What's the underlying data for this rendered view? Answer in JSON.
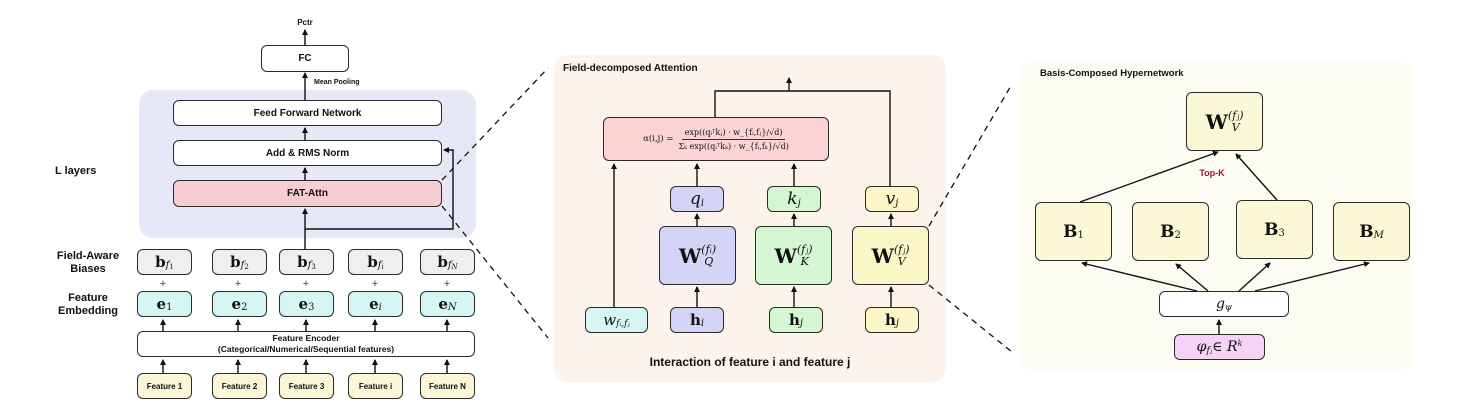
{
  "left": {
    "output_label": "Pctr",
    "fc_label": "FC",
    "pooling_label": "Mean Pooling",
    "layers_label": "L layers",
    "ffn_label": "Feed Forward Network",
    "norm_label": "Add & RMS Norm",
    "attn_label": "FAT-Attn",
    "biases_label_1": "Field-Aware",
    "biases_label_2": "Biases",
    "embedding_label_1": "Feature",
    "embedding_label_2": "Embedding",
    "biases": [
      {
        "base": "b",
        "sub": "f",
        "subsub": "1"
      },
      {
        "base": "b",
        "sub": "f",
        "subsub": "2"
      },
      {
        "base": "b",
        "sub": "f",
        "subsub": "3"
      },
      {
        "base": "b",
        "sub": "f",
        "subsub": "i"
      },
      {
        "base": "b",
        "sub": "f",
        "subsub": "N"
      }
    ],
    "plus_sign": "+",
    "embeddings": [
      {
        "base": "e",
        "sub": "1"
      },
      {
        "base": "e",
        "sub": "2"
      },
      {
        "base": "e",
        "sub": "3"
      },
      {
        "base": "e",
        "sub": "i"
      },
      {
        "base": "e",
        "sub": "N"
      }
    ],
    "encoder_line1": "Feature Encoder",
    "encoder_line2": "(Categorical/Numerical/Sequential features)",
    "features": [
      "Feature 1",
      "Feature 2",
      "Feature 3",
      "Feature i",
      "Feature N"
    ]
  },
  "middle": {
    "title": "Field-decomposed Attention",
    "formula": {
      "lhs": "α(i,j) =",
      "numerator": "exp((qᵢᵀkⱼ) · w_{fᵢ,fⱼ}/√d)",
      "denominator": "Σₖ exp((qᵢᵀkₖ) · w_{fᵢ,fₖ}/√d)"
    },
    "q_label": "q",
    "q_sub": "i",
    "k_label": "k",
    "k_sub": "j",
    "v_label": "v",
    "v_sub": "j",
    "wq": {
      "base": "W",
      "sup": "(fᵢ)",
      "sub": "Q"
    },
    "wk": {
      "base": "W",
      "sup": "(fⱼ)",
      "sub": "K"
    },
    "wv": {
      "base": "W",
      "sup": "(fⱼ)",
      "sub": "V"
    },
    "w_field": {
      "base": "w",
      "sub": "fᵢ,fⱼ"
    },
    "h_i": {
      "base": "h",
      "sub": "i"
    },
    "h_j1": {
      "base": "h",
      "sub": "j"
    },
    "h_j2": {
      "base": "h",
      "sub": "j"
    },
    "caption": "Interaction of feature i and feature j"
  },
  "right": {
    "title": "Basis-Composed Hypernetwork",
    "wv": {
      "base": "W",
      "sup": "(fⱼ)",
      "sub": "V"
    },
    "topk_label": "Top-K",
    "bases": [
      {
        "base": "B",
        "sub": "1"
      },
      {
        "base": "B",
        "sub": "2"
      },
      {
        "base": "B",
        "sub": "3"
      },
      {
        "base": "B",
        "sub": "M"
      }
    ],
    "g_label": "g",
    "g_sub": "ψ",
    "phi": {
      "base": "φ",
      "sub": "fⱼ",
      "rest": " ∈ R",
      "sup": "k"
    }
  },
  "colors": {
    "layers_panel": "#e6e8f8",
    "attn_box": "#f8cdd2",
    "bias_box": "#efefef",
    "embedding_box": "#d6f5f5",
    "feature_box": "#fbf7d6",
    "middle_panel": "#fdf3ea",
    "formula_box": "#fbd3d3",
    "q_box": "#d4d4f6",
    "k_box": "#d4f6d2",
    "v_box": "#fbf5c8",
    "w_box": "#d6f5f5",
    "right_panel": "#fdfcf2",
    "basis_box": "#fbf8d6",
    "phi_box": "#f6d2f6",
    "topk_text": "#a0143c"
  }
}
